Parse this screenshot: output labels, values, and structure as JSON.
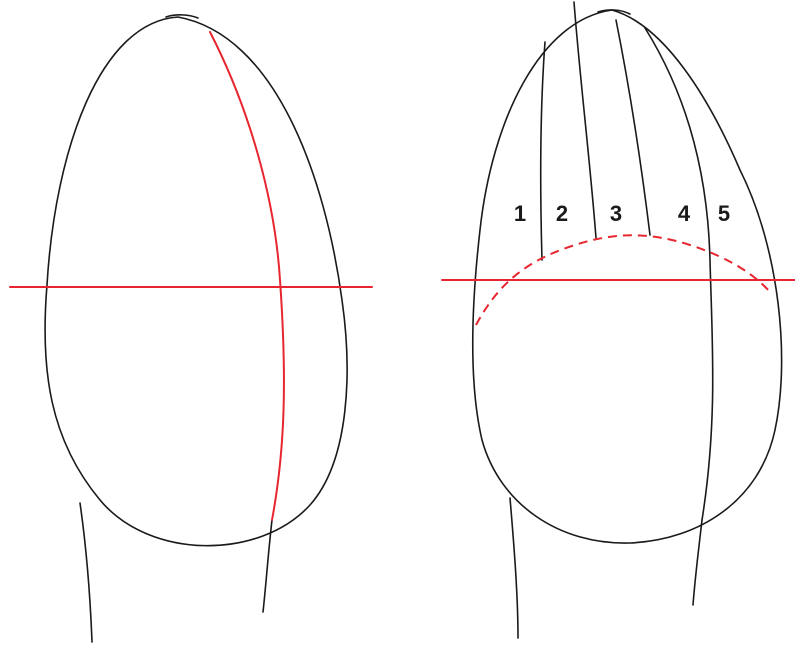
{
  "colors": {
    "background": "#ffffff",
    "outline": "#1a1a1a",
    "guide": "#e8262f"
  },
  "section_labels": [
    "1",
    "2",
    "3",
    "4",
    "5"
  ]
}
